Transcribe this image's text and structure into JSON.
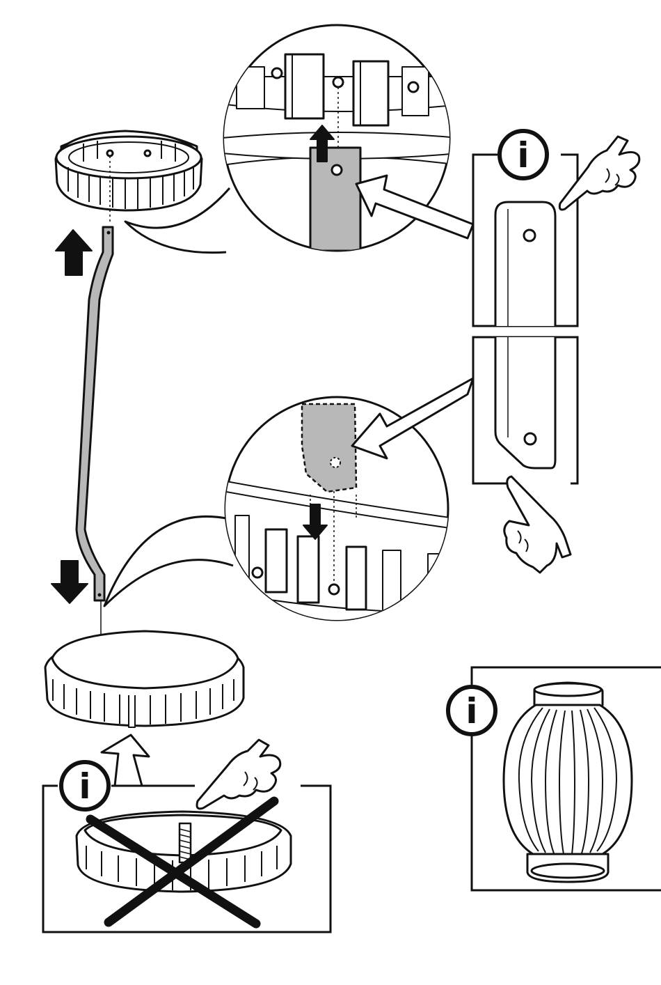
{
  "colors": {
    "ink": "#111111",
    "paper": "#ffffff",
    "strap_fill": "#b8b8b8",
    "arrow_fill": "#111111",
    "hollow_arrow_fill": "#ffffff"
  },
  "icons": {
    "info_symbol": "i",
    "info": "info-circle-icon",
    "pointing_hand": "pointing-hand-icon",
    "prohibited": "cross-out-icon",
    "move_up": "arrow-up-icon",
    "move_down": "arrow-down-icon"
  },
  "steps": [
    {
      "id": "remove-strap-from-top-ring",
      "direction": "up"
    },
    {
      "id": "attach-strap-to-bottom-ring",
      "direction": "down"
    }
  ],
  "notes": [
    {
      "id": "strap-orientation",
      "type": "info"
    },
    {
      "id": "do-not-use-threaded-ring",
      "type": "info-prohibited"
    },
    {
      "id": "lampshade-shape",
      "type": "info"
    }
  ]
}
